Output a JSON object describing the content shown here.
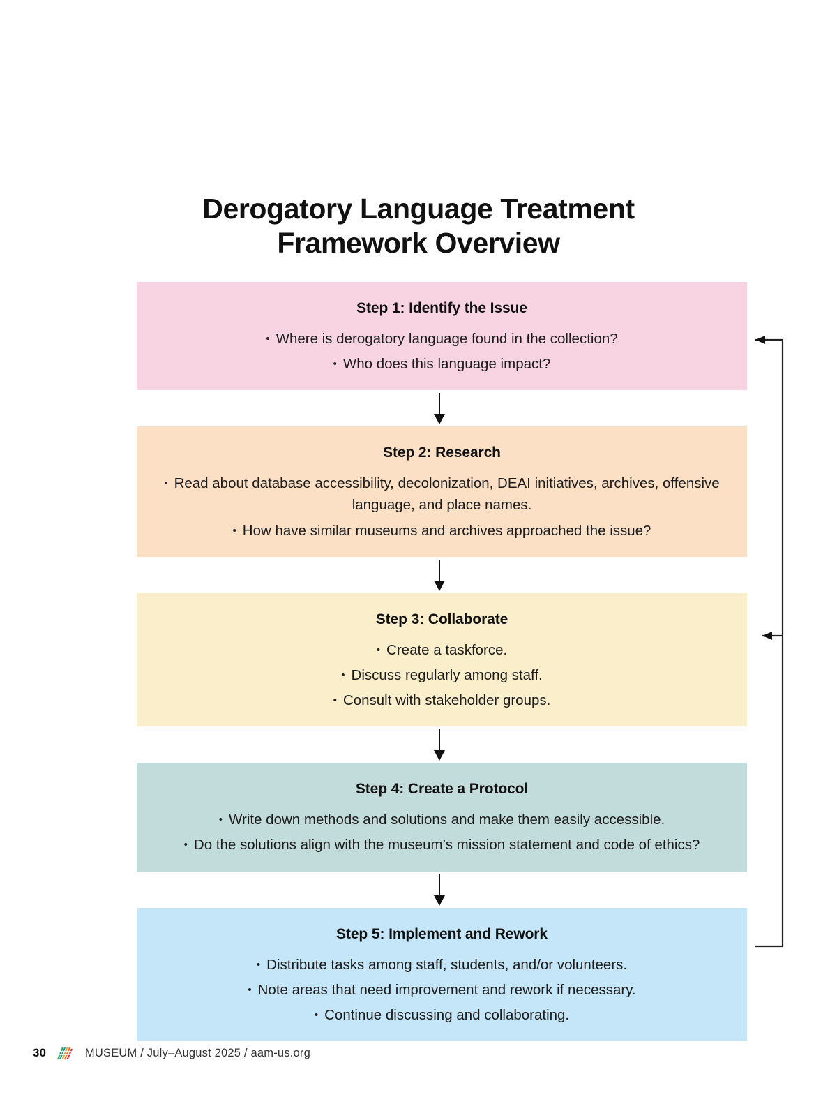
{
  "title": {
    "line1": "Derogatory Language Treatment",
    "line2": "Framework Overview"
  },
  "bullet_glyph": "•",
  "colors": {
    "step1_bg": "#f8d3e2",
    "step2_bg": "#fbe0c6",
    "step3_bg": "#fbeeca",
    "step4_bg": "#c2dcdb",
    "step5_bg": "#c4e6f8",
    "text": "#1a1a1a",
    "arrow": "#111111",
    "logo_green": "#3aa35b",
    "logo_teal": "#1f9e9e",
    "logo_yellow": "#e8a93b",
    "logo_orange": "#e8772e",
    "logo_red": "#d6332e"
  },
  "steps": [
    {
      "id": "step-1",
      "title": "Step 1: Identify the Issue",
      "bg": "#f8d3e2",
      "bullets": [
        "Where is derogatory language found in the collection?",
        "Who does this language impact?"
      ]
    },
    {
      "id": "step-2",
      "title": "Step 2: Research",
      "bg": "#fbe0c6",
      "bullets": [
        "Read about database accessibility, decolonization, DEAI initiatives, archives, offensive language, and place names.",
        "How have similar museums and archives approached the issue?"
      ]
    },
    {
      "id": "step-3",
      "title": "Step 3: Collaborate",
      "bg": "#fbeeca",
      "bullets": [
        "Create a taskforce.",
        "Discuss regularly among staff.",
        "Consult with stakeholder groups."
      ]
    },
    {
      "id": "step-4",
      "title": "Step 4: Create a Protocol",
      "bg": "#c2dcdb",
      "bullets": [
        "Write down methods and solutions and make them easily accessible.",
        "Do the solutions align with the museum’s mission statement and code of ethics?"
      ]
    },
    {
      "id": "step-5",
      "title": "Step 5: Implement and Rework",
      "bg": "#c4e6f8",
      "bullets": [
        "Distribute tasks among staff, students, and/or volunteers.",
        "Note areas that need improvement and rework if necessary.",
        "Continue discussing and collaborating."
      ]
    }
  ],
  "footer": {
    "page_number": "30",
    "credit": "MUSEUM / July–August 2025 / aam-us.org"
  }
}
